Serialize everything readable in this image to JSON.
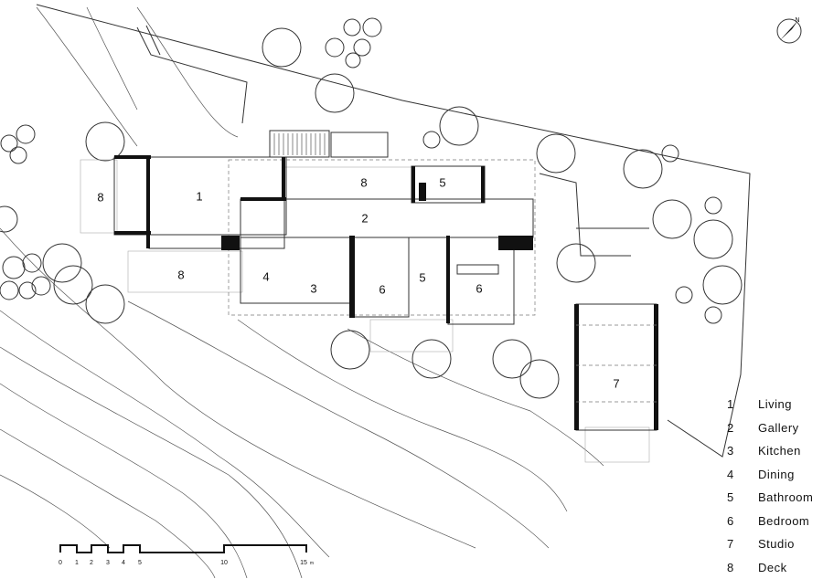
{
  "rooms": [
    {
      "num": "1",
      "name": "Living"
    },
    {
      "num": "2",
      "name": "Gallery"
    },
    {
      "num": "3",
      "name": "Kitchen"
    },
    {
      "num": "4",
      "name": "Dining"
    },
    {
      "num": "5",
      "name": "Bathroom"
    },
    {
      "num": "6",
      "name": "Bedroom"
    },
    {
      "num": "7",
      "name": "Studio"
    },
    {
      "num": "8",
      "name": "Deck"
    }
  ],
  "plan_labels": {
    "living": "1",
    "gallery": "2",
    "kitchen": "3",
    "dining": "4",
    "bath_north": "5",
    "bath_south": "5",
    "bed_west": "6",
    "bed_east": "6",
    "studio": "7",
    "deck_west": "8",
    "deck_north": "8",
    "deck_south": "8"
  },
  "scale_bar": {
    "ticks": [
      "0",
      "1",
      "2",
      "3",
      "4",
      "5",
      "10",
      "15"
    ],
    "unit": "m"
  },
  "north_label": "N"
}
